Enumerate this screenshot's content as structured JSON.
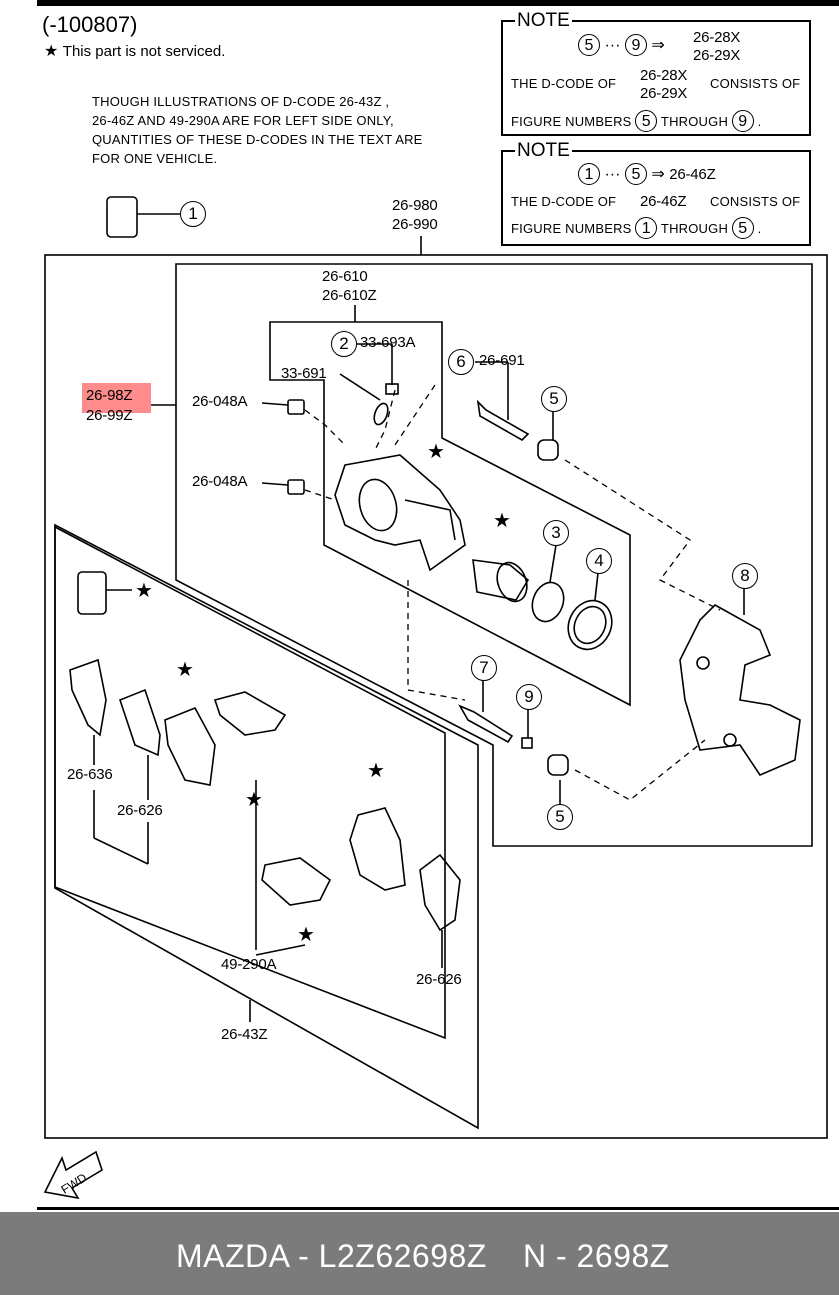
{
  "header": {
    "date_code": "(-100807)",
    "not_serviced": "This part is not serviced."
  },
  "illustration_note": [
    "THOUGH ILLUSTRATIONS OF D-CODE 26-43Z ,",
    "26-46Z AND 49-290A ARE FOR LEFT SIDE ONLY,",
    "QUANTITIES OF THESE D-CODES IN THE TEXT ARE",
    "FOR ONE VEHICLE."
  ],
  "note1": {
    "title": "NOTE",
    "from": "5",
    "to": "9",
    "codes": [
      "26-28X",
      "26-29X"
    ],
    "line_prefix": "THE D-CODE OF",
    "line_suffix": "CONSISTS OF",
    "fig_prefix": "FIGURE NUMBERS",
    "through": "THROUGH",
    "period": "."
  },
  "note2": {
    "title": "NOTE",
    "from": "1",
    "to": "5",
    "code": "26-46Z",
    "line_prefix": "THE D-CODE OF",
    "line_suffix": "CONSISTS OF",
    "fig_prefix": "FIGURE NUMBERS",
    "through": "THROUGH",
    "period": "."
  },
  "labels": {
    "assy_top_1": "26-980",
    "assy_top_2": "26-990",
    "caliper_1": "26-610",
    "caliper_2": "26-610Z",
    "bleeder": "33-693A",
    "bleeder_cap": "33-691",
    "bolt_upper": "26-048A",
    "bolt_lower": "26-048A",
    "pin_upper": "26-691",
    "highlight_1": "26-98Z",
    "highlight_2": "26-99Z",
    "shim_left": "26-636",
    "shim_mid": "26-626",
    "shim_right": "26-626",
    "clip": "49-290A",
    "pad_set": "26-43Z"
  },
  "callouts": {
    "c1": "1",
    "c2": "2",
    "c3": "3",
    "c4": "4",
    "c5a": "5",
    "c5b": "5",
    "c6": "6",
    "c7": "7",
    "c8": "8",
    "c9": "9"
  },
  "fwd": "FWD",
  "footer": {
    "brand_part": "MAZDA - L2Z62698Z",
    "ref": "N - 2698Z"
  }
}
